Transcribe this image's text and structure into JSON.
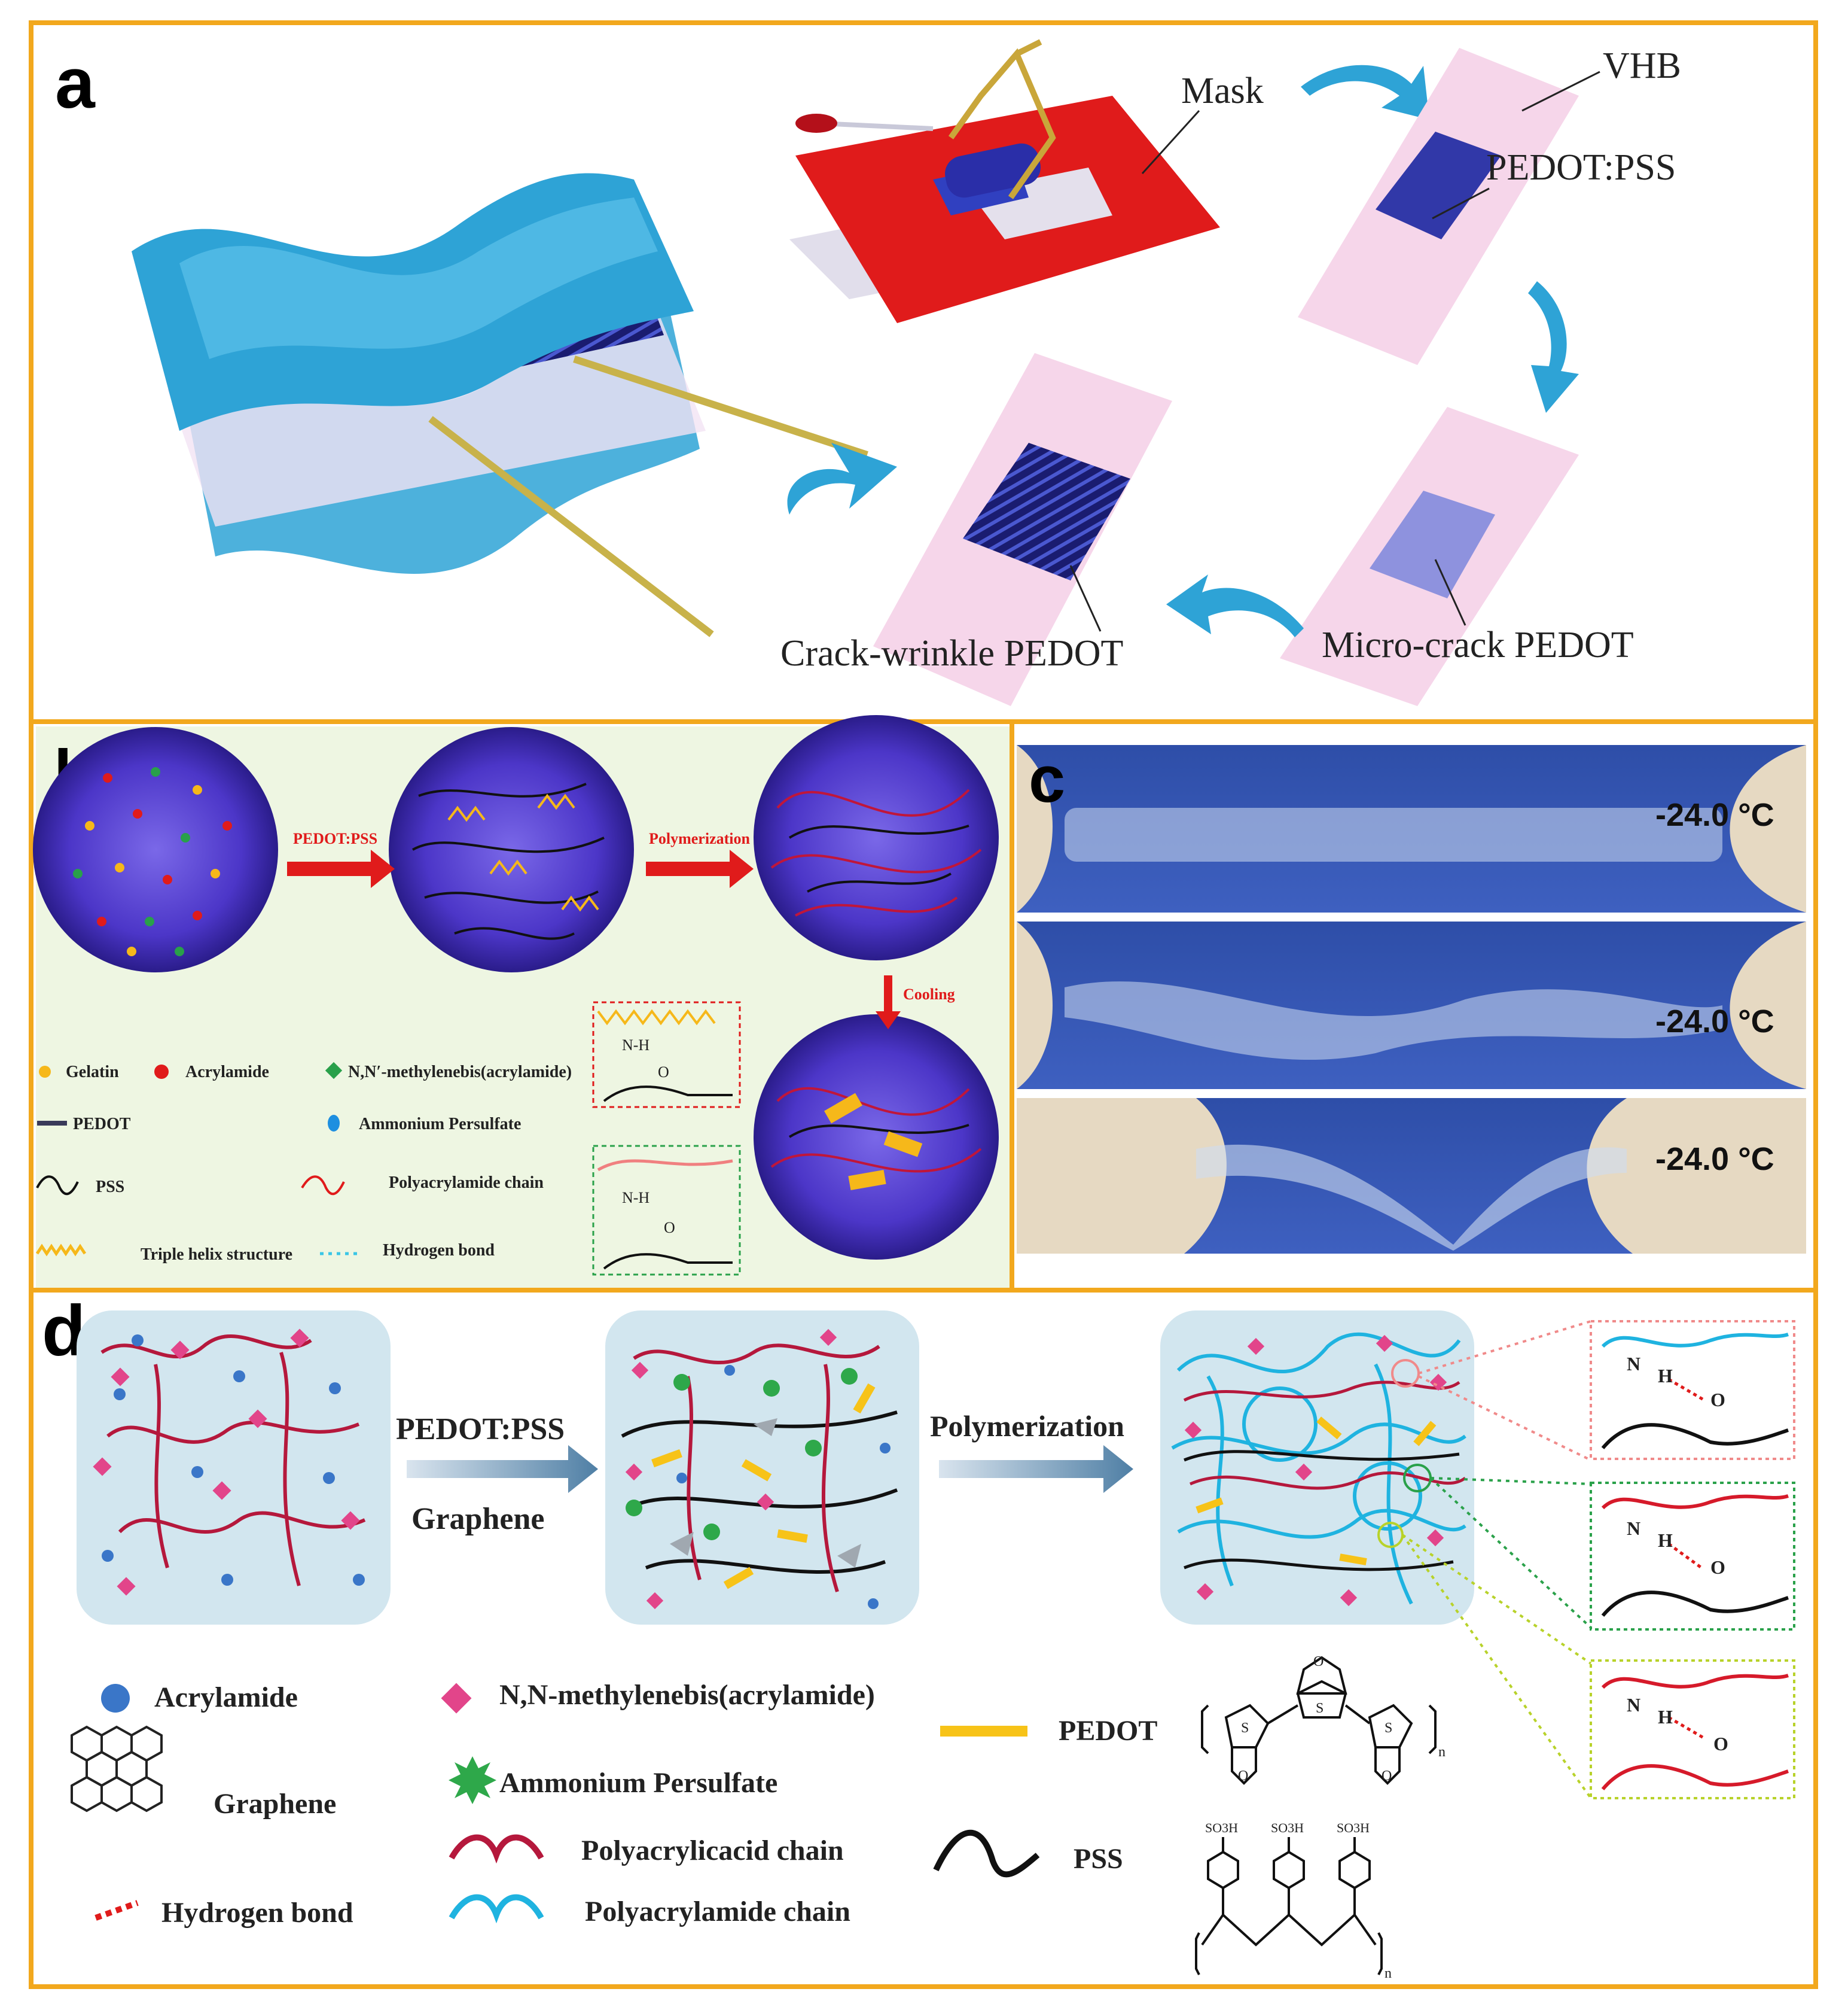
{
  "colors": {
    "frame": "#f2a81d",
    "red": "#e01b1b",
    "blue_arrow": "#2ea3d6",
    "chain_red": "#c0163a",
    "chain_blue": "#1fb3e0",
    "pedot": "#f7c318"
  },
  "panels": {
    "a": {
      "letter": "a",
      "labels": {
        "mask": "Mask",
        "vhb": "VHB",
        "pedot_pss": "PEDOT:PSS",
        "micro_crack": "Micro-crack PEDOT",
        "crack_wrinkle": "Crack-wrinkle PEDOT"
      }
    },
    "b": {
      "letter": "b",
      "arrows": {
        "first": "PEDOT:PSS",
        "second": "Polymerization",
        "third": "Cooling"
      },
      "legend": {
        "gelatin": "Gelatin",
        "acrylamide": "Acrylamide",
        "crosslinker": "N,N′-methylenebis(acrylamide)",
        "pedot": "PEDOT",
        "aps": "Ammonium Persulfate",
        "pss": "PSS",
        "paam": "Polyacrylamide chain",
        "helix": "Triple helix structure",
        "hbond": "Hydrogen bond"
      },
      "insets": {
        "nh": "N-H",
        "o": "O"
      }
    },
    "c": {
      "letter": "c",
      "temps": [
        "-24.0 °C",
        "-24.0 °C",
        "-24.0 °C"
      ]
    },
    "d": {
      "letter": "d",
      "arrows": {
        "first_top": "PEDOT:PSS",
        "first_bottom": "Graphene",
        "second": "Polymerization"
      },
      "legend": {
        "acrylamide": "Acrylamide",
        "crosslinker": "N,N-methylenebis(acrylamide)",
        "pedot": "PEDOT",
        "graphene": "Graphene",
        "aps": "Ammonium  Persulfate",
        "paa": "Polyacrylicacid chain",
        "pss": "PSS",
        "hbond": "Hydrogen bond",
        "paam": "Polyacrylamide chain"
      },
      "insets": {
        "n": "N",
        "h": "H",
        "o": "O"
      },
      "structure": {
        "s": "S",
        "o": "O",
        "n": "n",
        "so3h": "SO3H"
      }
    }
  }
}
